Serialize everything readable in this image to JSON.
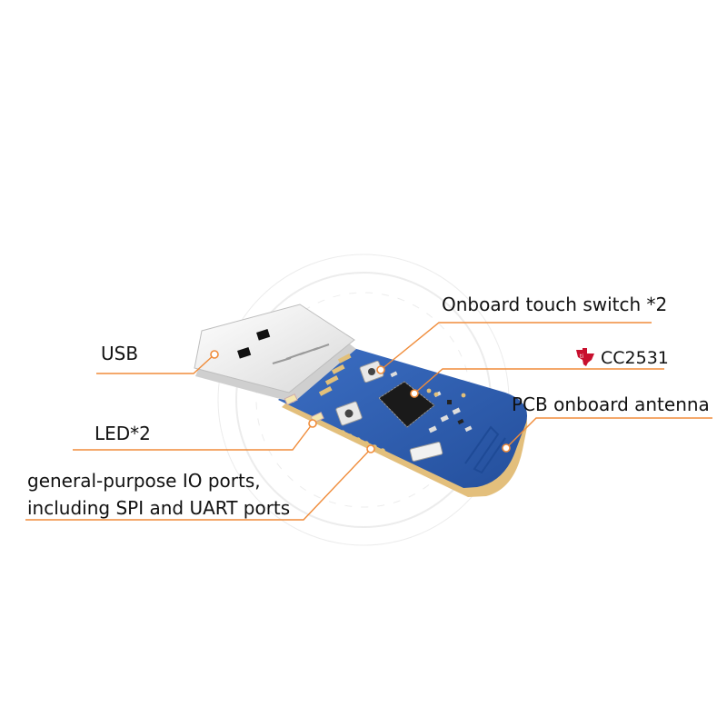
{
  "labels": {
    "usb": "USB",
    "led": "LED*2",
    "gpio_line1": "general-purpose IO ports,",
    "gpio_line2": "including SPI and UART ports",
    "touch_switch": "Onboard touch switch *2",
    "chip": "CC2531",
    "antenna": "PCB onboard antenna"
  },
  "colors": {
    "callout_orange": "#f08c3a",
    "pcb_blue": "#2f5fb3",
    "pcb_edge": "#e8c98a",
    "usb_metal": "#f2f2f2",
    "ti_red": "#c8102e"
  },
  "icons": {
    "chip_brand": "ti-logo-icon"
  }
}
